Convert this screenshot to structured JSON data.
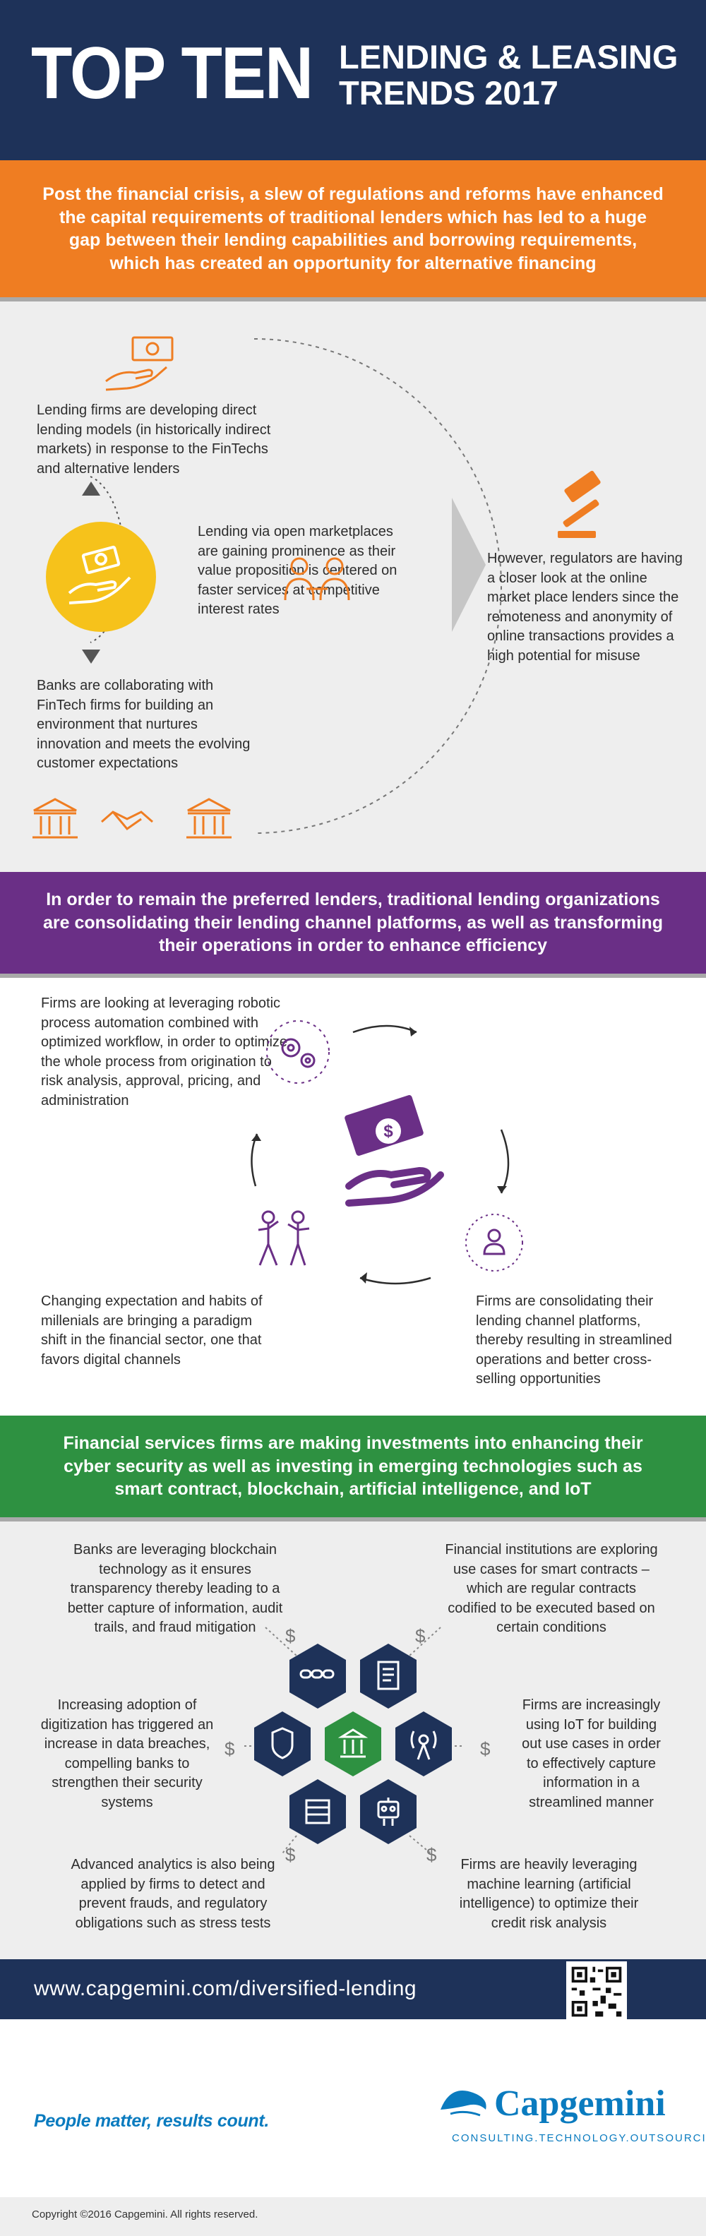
{
  "header": {
    "big": "TOP TEN",
    "sub": "LENDING & LEASING\nTRENDS 2017"
  },
  "band1": "Post the financial crisis, a slew of regulations and reforms have enhanced the capital requirements of traditional lenders which has led to a huge gap between their lending capabilities and borrowing requirements, which has created an opportunity for alternative financing",
  "sec1": {
    "t1": "Lending firms are developing direct lending models (in historically indirect markets) in response to the FinTechs and alternative lenders",
    "t2": "Lending via open marketplaces are gaining prominence as their value proposition is centered on faster services at competitive interest rates",
    "t3": "Banks are collaborating with FinTech firms for building an environment that nurtures innovation and meets the evolving customer expectations",
    "t4": "However, regulators are having a closer look at the online market place lenders since the remoteness and anonymity of online transactions provides a high potential for misuse"
  },
  "band2": "In order to remain the preferred lenders, traditional lending organizations are consolidating their lending channel platforms, as well as transforming their operations in order to enhance efficiency",
  "sec2": {
    "t1": "Firms are looking at leveraging robotic process automation combined with optimized workflow, in order to optimize the whole process from origination to risk analysis, approval, pricing, and administration",
    "t2": "Changing expectation and habits of millenials are bringing a paradigm shift in the financial sector, one that favors digital channels",
    "t3": "Firms are consolidating their lending channel platforms, thereby resulting in streamlined operations and better cross-selling opportunities"
  },
  "band3": "Financial services firms are making investments into enhancing their cyber security as well as investing in emerging technologies such as smart contract, blockchain, artificial intelligence, and IoT",
  "sec3": {
    "t1": "Banks are leveraging blockchain technology as it ensures transparency thereby leading to a better capture of information, audit trails, and fraud mitigation",
    "t2": "Financial institutions are exploring use cases for smart contracts – which are regular contracts codified to be executed based on certain conditions",
    "t3": "Increasing adoption of digitization has triggered an increase in data breaches, compelling banks to strengthen their security systems",
    "t4": "Firms are increasingly using IoT for building out use cases in order to effectively capture information in a streamlined manner",
    "t5": "Advanced analytics is also being applied by firms to detect and prevent frauds, and regulatory obligations such as stress tests",
    "t6": "Firms are heavily leveraging machine learning (artificial intelligence) to optimize their credit risk analysis",
    "dollar": "$"
  },
  "footer": {
    "url": "www.capgemini.com/diversified-lending",
    "slogan": "People matter, results count.",
    "brand": "Capgemini",
    "brand_tag": "CONSULTING.TECHNOLOGY.OUTSOURCING",
    "copyright": "Copyright ©2016 Capgemini. All rights reserved."
  },
  "colors": {
    "navy": "#1e3259",
    "orange": "#ef7d22",
    "purple": "#6a2f86",
    "green": "#2e9141",
    "yellow": "#f6c21b",
    "blue": "#0a7bbf"
  }
}
